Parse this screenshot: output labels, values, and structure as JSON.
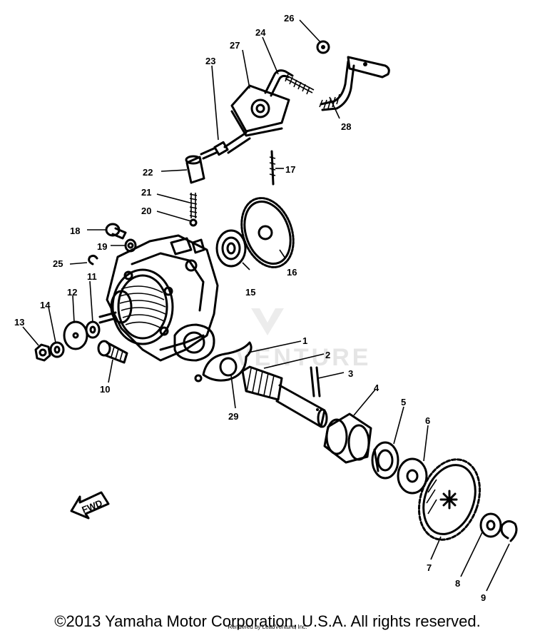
{
  "footer": {
    "copyright": "©2013 Yamaha Motor Corporation, U.S.A. All rights reserved.",
    "rendered_by": "Rendered by LeadVenture, Inc."
  },
  "watermark": "VENTURE",
  "fwd_label": "FWD",
  "parts": {
    "p1": "1",
    "p2": "2",
    "p3": "3",
    "p4": "4",
    "p5": "5",
    "p6": "6",
    "p7": "7",
    "p8": "8",
    "p9": "9",
    "p10": "10",
    "p11": "11",
    "p12": "12",
    "p13": "13",
    "p14": "14",
    "p15": "15",
    "p16": "16",
    "p17": "17",
    "p18": "18",
    "p19": "19",
    "p20": "20",
    "p21": "21",
    "p22": "22",
    "p23": "23",
    "p24": "24",
    "p25": "25",
    "p26": "26",
    "p27": "27",
    "p28": "28",
    "p29": "29"
  }
}
